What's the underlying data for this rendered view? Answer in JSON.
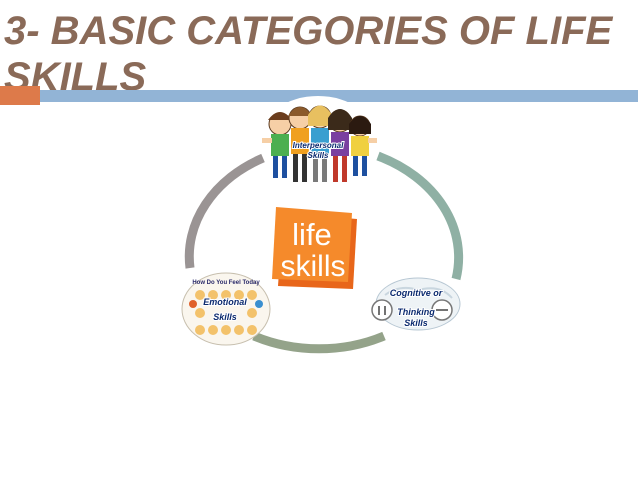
{
  "slide": {
    "title_line1": "3- BASIC CATEGORIES OF LIFE",
    "title_line2": "SKILLS"
  },
  "colors": {
    "title": "#8a6a58",
    "accent_square": "#dd7a4a",
    "accent_bar": "#92b4d6",
    "arc_top_right": "#8fb0a4",
    "arc_bottom": "#94a38a",
    "arc_left": "#9a9494",
    "center_logo": "#f47b20"
  },
  "center_logo": {
    "line1": "life",
    "line2": "skills"
  },
  "nodes": {
    "top": {
      "label_line1": "Interpersonal",
      "label_line2": "Skills"
    },
    "right": {
      "label_line1": "Cognitive or",
      "label_line2": "Thinking",
      "label_line3": "Skills"
    },
    "left": {
      "label_line1": "Emotional",
      "label_line2": "Skills",
      "image_caption": "How Do You Feel Today"
    }
  }
}
